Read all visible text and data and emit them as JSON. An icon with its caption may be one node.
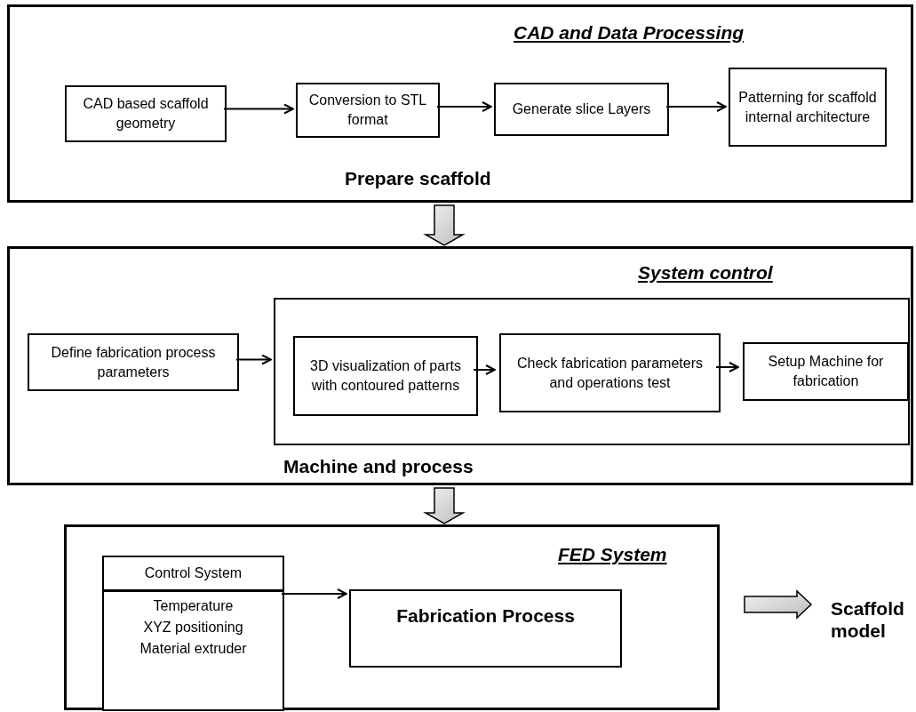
{
  "diagram": {
    "nodes": [
      {
        "text": [
          "CAD and Data Processing",
          "Prepare scaffold"
        ]
      },
      {
        "text": [
          "CAD based scaffold geometry"
        ],
        "in": 0
      },
      {
        "text": [
          "Conversion to STL format"
        ],
        "in": 0
      },
      {
        "text": [
          "Generate slice Layers"
        ],
        "in": 0
      },
      {
        "text": [
          "Patterning for scaffold internal architecture"
        ],
        "in": 0
      },
      {
        "text": [
          "System control",
          "Machine and process"
        ]
      },
      {
        "text": [
          "Define fabrication process parameters"
        ],
        "in": 5
      },
      {
        "text": [],
        "shape": "box",
        "in": 5
      },
      {
        "text": [
          "3D visualization of parts with contoured patterns"
        ],
        "in": 7
      },
      {
        "text": [
          "Check fabrication parameters and operations test"
        ],
        "in": 7
      },
      {
        "text": [
          "Setup Machine for fabrication"
        ],
        "in": 7
      },
      {
        "text": [
          "FED System"
        ]
      },
      {
        "text": [
          "Control System",
          "Temperature",
          "XYZ positioning",
          "Material extruder"
        ],
        "in": 11
      },
      {
        "text": [
          "Fabrication Process"
        ],
        "in": 11
      },
      {
        "text": [
          "Scaffold model"
        ]
      }
    ],
    "edges": [
      {
        "from": 1,
        "to": 2,
        "arrow": "to"
      },
      {
        "from": 2,
        "to": 3,
        "arrow": "to"
      },
      {
        "from": 3,
        "to": 4,
        "arrow": "to"
      },
      {
        "from": 0,
        "to": 5,
        "arrow": "to",
        "style": "thick"
      },
      {
        "from": 6,
        "to": 7,
        "arrow": "to"
      },
      {
        "from": 8,
        "to": 9,
        "arrow": "to"
      },
      {
        "from": 9,
        "to": 10,
        "arrow": "to"
      },
      {
        "from": 5,
        "to": 11,
        "arrow": "to",
        "style": "thick"
      },
      {
        "from": 12,
        "to": 13,
        "arrow": "to"
      },
      {
        "from": 11,
        "to": 14,
        "arrow": "to",
        "style": "thick"
      }
    ]
  }
}
